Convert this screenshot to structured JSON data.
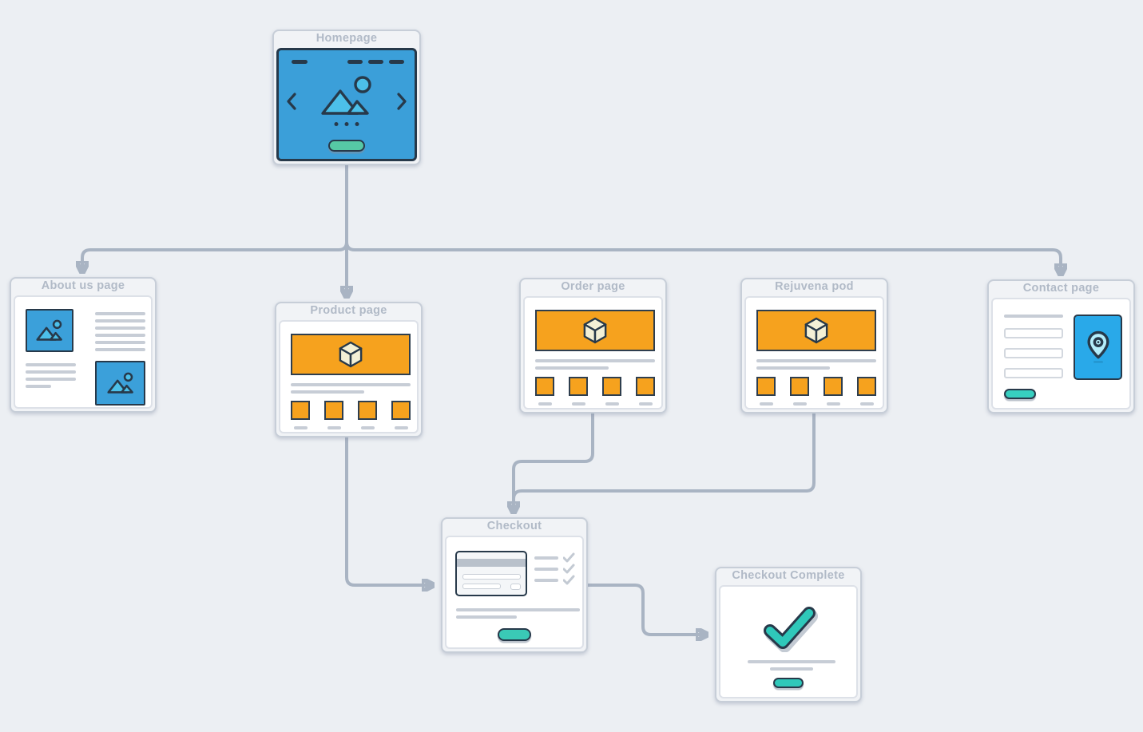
{
  "diagram_type": "website-sitemap-flowchart",
  "colors": {
    "background": "#eceff3",
    "connector": "#a9b4c3",
    "node_frame": "#f1f3f6",
    "node_border": "#c7ced8",
    "node_title_text": "#b1bac7",
    "card_background": "#ffffff",
    "navy_outline": "#27394a",
    "blue_page": "#3b9fd9",
    "blue_icon_fill": "#4cc0e9",
    "map_blue": "#29a9e9",
    "pin_fill": "#b5eefb",
    "orange": "#f6a21e",
    "cube_cream": "#f3f0d6",
    "gray_line": "#c7cdd6",
    "mint_button": "#56c8a5",
    "teal_button": "#3ac9b6",
    "turquoise_button": "#37cfc0",
    "check_teal": "#2fc8ba",
    "card_stripe": "#b9c1cb",
    "checkmark_gray": "#c3cad3"
  },
  "nodes": [
    {
      "id": "homepage",
      "title": "Homepage",
      "type": "hero-carousel",
      "icons": [
        "image-icon",
        "chevron-left-icon",
        "chevron-right-icon",
        "carousel-dots",
        "button-pill"
      ]
    },
    {
      "id": "about",
      "title": "About us page",
      "type": "text-image",
      "icons": [
        "image-icon",
        "image-icon"
      ]
    },
    {
      "id": "product",
      "title": "Product page",
      "type": "product-grid",
      "icons": [
        "cube-icon"
      ]
    },
    {
      "id": "order",
      "title": "Order page",
      "type": "product-grid",
      "icons": [
        "cube-icon"
      ]
    },
    {
      "id": "rejuvena",
      "title": "Rejuvena pod",
      "type": "product-grid",
      "icons": [
        "cube-icon"
      ]
    },
    {
      "id": "contact",
      "title": "Contact page",
      "type": "form-map",
      "icons": [
        "map-pin-icon",
        "button-pill"
      ]
    },
    {
      "id": "checkout",
      "title": "Checkout",
      "type": "payment-form",
      "icons": [
        "credit-card-icon",
        "checklist-icon",
        "button-pill"
      ]
    },
    {
      "id": "checkout_complete",
      "title": "Checkout Complete",
      "type": "confirmation",
      "icons": [
        "check-icon",
        "button-pill"
      ]
    }
  ],
  "edges": [
    {
      "from": "Homepage",
      "to": "About us page"
    },
    {
      "from": "Homepage",
      "to": "Product page"
    },
    {
      "from": "Homepage",
      "to": "Contact page"
    },
    {
      "from": "Product page",
      "to": "Checkout"
    },
    {
      "from": "Order page",
      "to": "Checkout"
    },
    {
      "from": "Rejuvena pod",
      "to": "Checkout"
    },
    {
      "from": "Checkout",
      "to": "Checkout Complete"
    }
  ]
}
